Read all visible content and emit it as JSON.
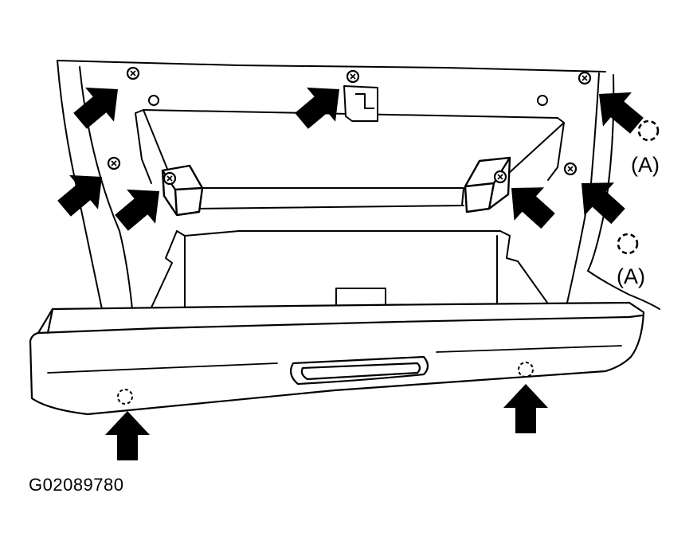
{
  "figure": {
    "id": "G02089780"
  },
  "callouts": {
    "clip_label_upper": "(A)",
    "clip_label_lower": "(A)"
  },
  "colors": {
    "ink": "#000000",
    "paper": "#ffffff"
  }
}
